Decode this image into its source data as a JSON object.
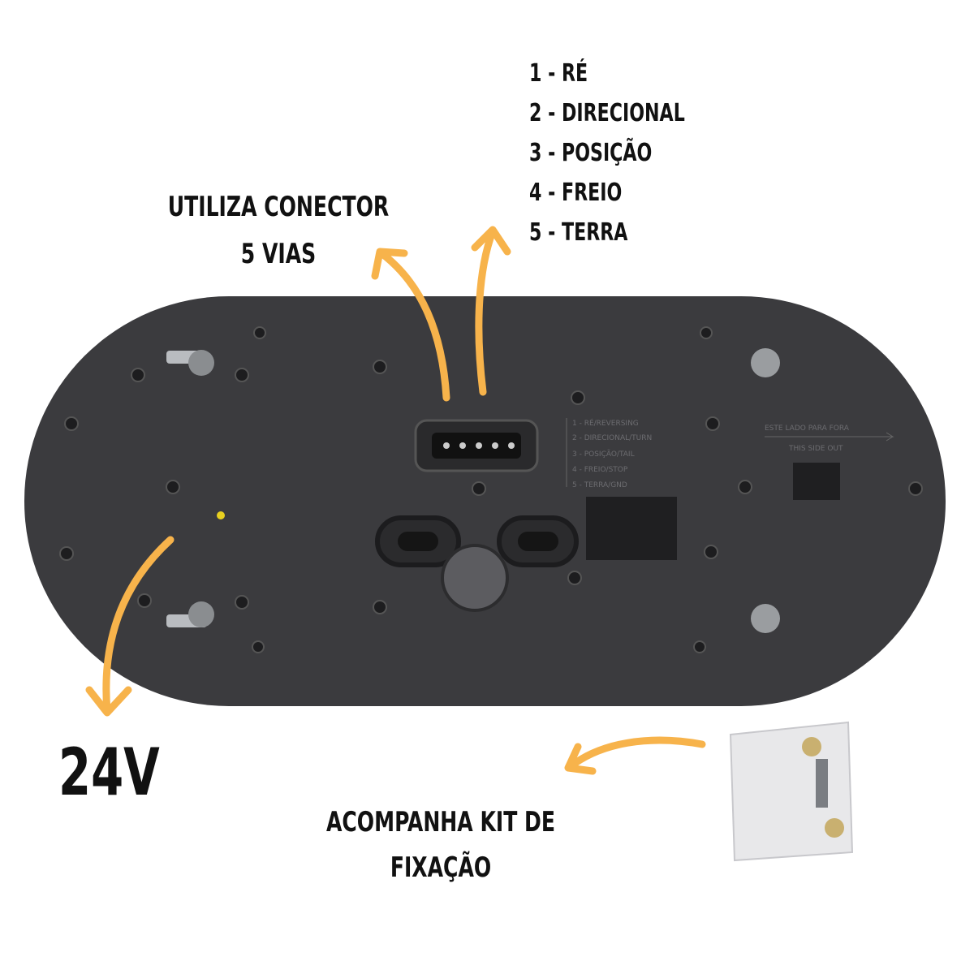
{
  "pinout": {
    "items": [
      "1 - RÉ",
      "2 - DIRECIONAL",
      "3 - POSIÇÃO",
      "4 - FREIO",
      "5 - TERRA"
    ]
  },
  "connector_note": {
    "line1": "UTILIZA CONECTOR",
    "line2": "5 VIAS"
  },
  "voltage": "24V",
  "kit_note": {
    "line1": "ACOMPANHA KIT DE",
    "line2": "FIXAÇÃO"
  },
  "embossed": {
    "pins": [
      "1 - RÉ/REVERSING",
      "2 - DIRECIONAL/TURN",
      "3 - POSIÇÃO/TAIL",
      "4 - FREIO/STOP",
      "5 - TERRA/GND"
    ],
    "side_pt": "ESTE LADO PARA FORA",
    "side_en": "THIS SIDE OUT"
  },
  "colors": {
    "arrow": "#f7b34b",
    "housing": "#3b3b3e",
    "text": "#111111"
  }
}
